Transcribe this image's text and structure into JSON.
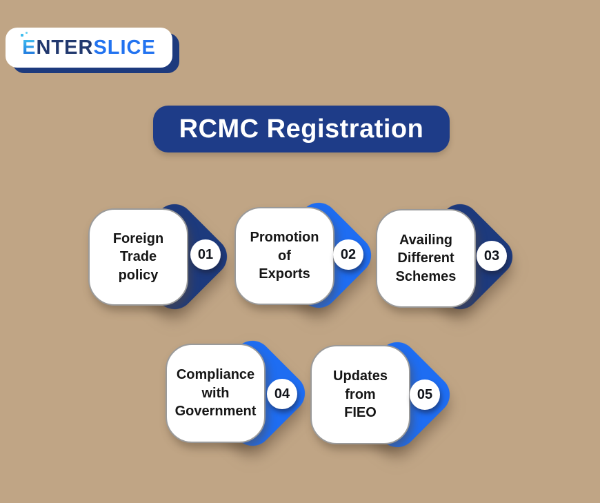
{
  "logo": {
    "mark_letter": "E",
    "name_navy": "NTER",
    "name_blue": "SLICE",
    "brand": "ENTERSLICE"
  },
  "title": {
    "text": "RCMC Registration"
  },
  "colors": {
    "background": "#c0a585",
    "navy": "#1d3a7d",
    "blue": "#1e6df2",
    "title_bg": "#1e3c88",
    "card_text": "#161616",
    "number_text": "#10131a",
    "logo_navy": "#21386e",
    "logo_blue": "#2273f0"
  },
  "items": [
    {
      "number": "01",
      "accent": "navy",
      "lines": [
        "Foreign",
        "Trade",
        "policy"
      ]
    },
    {
      "number": "02",
      "accent": "blue",
      "lines": [
        "Promotion",
        "of",
        "Exports"
      ]
    },
    {
      "number": "03",
      "accent": "navy",
      "lines": [
        "Availing",
        "Different",
        "Schemes"
      ]
    },
    {
      "number": "04",
      "accent": "blue",
      "lines": [
        "Compliance",
        "with",
        "Government"
      ]
    },
    {
      "number": "05",
      "accent": "blue",
      "lines": [
        "Updates",
        "from",
        "FIEO"
      ]
    }
  ]
}
